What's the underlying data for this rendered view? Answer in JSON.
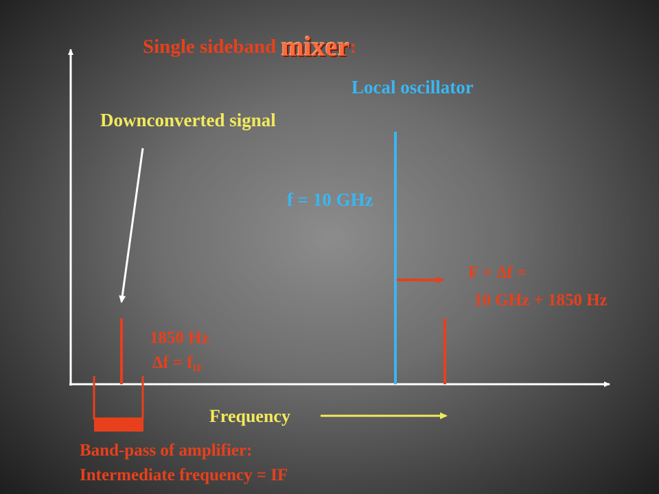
{
  "title": {
    "prefix": "Single sideband ",
    "emphasis": "mixer",
    "suffix": ":"
  },
  "labels": {
    "local_oscillator": "Local oscillator",
    "downconverted_signal": "Downconverted signal",
    "lo_frequency": "f = 10 GHz",
    "sum_line1": "F + ∆f =",
    "sum_line2": "10 GHz + 1850 Hz",
    "if_frequency": "1850 Hz",
    "if_eq_main": "∆f = f",
    "if_eq_sub": "IF",
    "frequency_axis": "Frequency",
    "bandpass_line1": "Band-pass of amplifier:",
    "bandpass_line2": "Intermediate frequency = IF"
  },
  "colors": {
    "signal": "#e8401c",
    "local_oscillator": "#3ab6f2",
    "annotation": "#f2ea5c",
    "axis": "#ffffff"
  }
}
